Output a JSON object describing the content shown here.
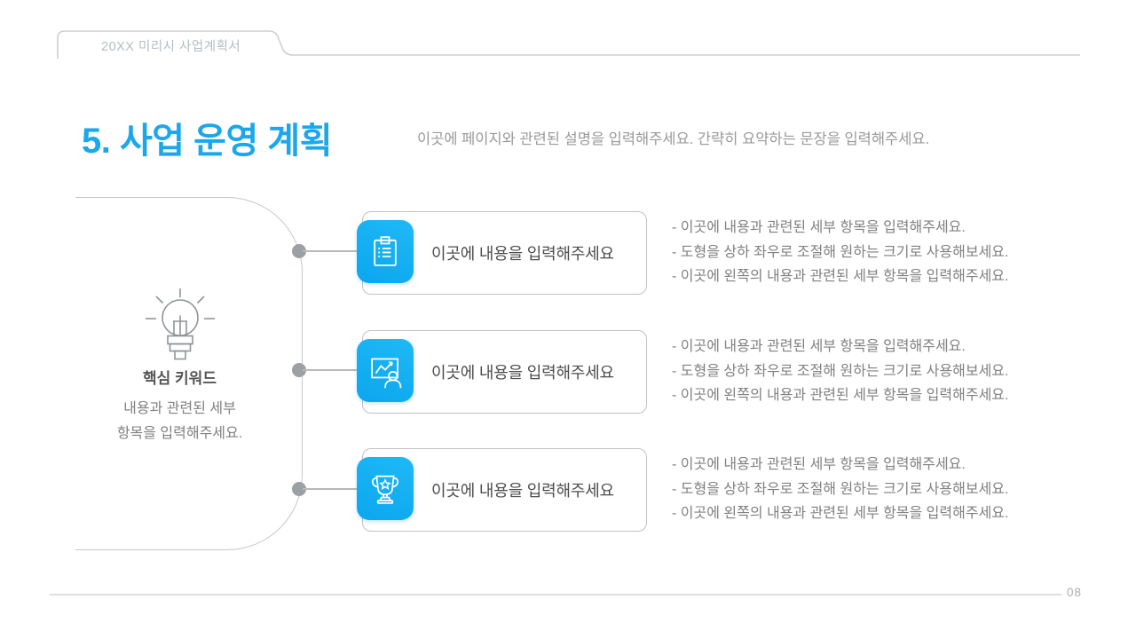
{
  "window": {
    "tab_label": "20XX 미리시 사업계획서",
    "page_number": "08"
  },
  "header": {
    "title": "5. 사업 운영 계획",
    "subtitle": "이곳에 페이지와 관련된 설명을 입력해주세요. 간략히 요약하는 문장을 입력해주세요."
  },
  "keyword_panel": {
    "icon": "lightbulb-icon",
    "title": "핵심 키워드",
    "description_line1": "내용과 관련된 세부",
    "description_line2": "항목을 입력해주세요."
  },
  "rows": [
    {
      "icon": "clipboard-icon",
      "box_label": "이곳에 내용을 입력해주세요",
      "bullets": [
        "- 이곳에 내용과 관련된 세부 항목을 입력해주세요.",
        "- 도형을 상하 좌우로 조절해 원하는 크기로 사용해보세요.",
        "- 이곳에 왼쪽의 내용과 관련된 세부 항목을 입력해주세요."
      ]
    },
    {
      "icon": "presentation-icon",
      "box_label": "이곳에 내용을 입력해주세요",
      "bullets": [
        "- 이곳에 내용과 관련된 세부 항목을 입력해주세요.",
        "- 도형을 상하 좌우로 조절해 원하는 크기로 사용해보세요.",
        "- 이곳에 왼쪽의 내용과 관련된 세부 항목을 입력해주세요."
      ]
    },
    {
      "icon": "trophy-icon",
      "box_label": "이곳에 내용을 입력해주세요",
      "bullets": [
        "- 이곳에 내용과 관련된 세부 항목을 입력해주세요.",
        "- 도형을 상하 좌우로 조절해 원하는 크기로 사용해보세요.",
        "- 이곳에 왼쪽의 내용과 관련된 세부 항목을 입력해주세요."
      ]
    }
  ],
  "colors": {
    "accent_blue": "#1BA7EC",
    "icon_blue": "#14AFF0",
    "line_gray": "#C7C7C7",
    "text_dark": "#4D4D4D",
    "text_gray": "#808080"
  }
}
